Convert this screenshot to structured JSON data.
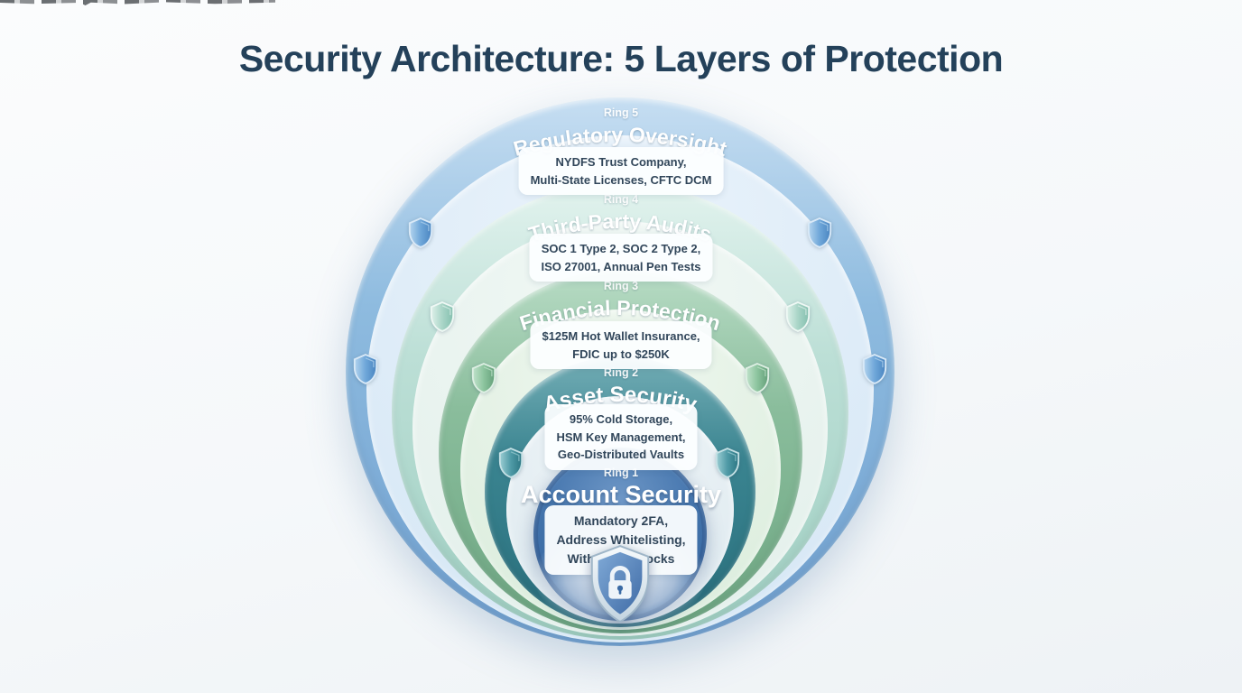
{
  "title": "Security Architecture: 5 Layers of Protection",
  "rings": [
    {
      "label": "Ring 1",
      "name": "Account Security",
      "details": "Mandatory 2FA,\nAddress Whitelisting,\nWithdrawal Locks",
      "band_highlight": "#6e97c6",
      "band_color": "#4273ac",
      "band_shade": "#32619d",
      "interior_highlight": "#e6eff8",
      "interior_color": "#cfe0f0"
    },
    {
      "label": "Ring 2",
      "name": "Asset Security",
      "details": "95% Cold Storage,\nHSM Key Management,\nGeo-Distributed Vaults",
      "band_highlight": "#74aeb6",
      "band_color": "#3a8490",
      "band_shade": "#2a6f7d",
      "interior_highlight": "#eef4f7",
      "interior_color": "#dde9ef"
    },
    {
      "label": "Ring 3",
      "name": "Financial Protection",
      "details": "$125M Hot Wallet Insurance,\nFDIC up to $250K",
      "band_highlight": "#b8dcc5",
      "band_color": "#8abd9c",
      "band_shade": "#6da682",
      "interior_highlight": "#eff7ef",
      "interior_color": "#d9ecdb"
    },
    {
      "label": "Ring 4",
      "name": "Third-Party Audits",
      "details": "SOC 1 Type 2, SOC 2 Type 2,\nISO 27001, Annual Pen Tests",
      "band_highlight": "#e2f3ee",
      "band_color": "#bcdfd6",
      "band_shade": "#9fcfc2",
      "interior_highlight": "#f1f8f5",
      "interior_color": "#e2efea"
    },
    {
      "label": "Ring 5",
      "name": "Regulatory Oversight",
      "details": "NYDFS Trust Company,\nMulti-State Licenses, CFTC DCM",
      "band_highlight": "#c6def2",
      "band_color": "#8ebbdf",
      "band_shade": "#6f9fcf",
      "interior_highlight": "#eaf3fb",
      "interior_color": "#d4e6f5"
    }
  ],
  "shield_palettes": {
    "ring5": {
      "light": "#b3d4ee",
      "base": "#6fa7d9",
      "dark": "#4a85c0",
      "rim": "#d9e9f7"
    },
    "ring4": {
      "light": "#ddf0e9",
      "base": "#a9d5c7",
      "dark": "#84bfae",
      "rim": "#eef8f4"
    },
    "ring3": {
      "light": "#c0e2cb",
      "base": "#8cc49e",
      "dark": "#639f79",
      "rim": "#ddefe3"
    },
    "ring2": {
      "light": "#9bcdd3",
      "base": "#4f9aa6",
      "dark": "#2c7683",
      "rim": "#c5e1e5"
    }
  },
  "center_shield": {
    "outer_light": "#f6fafc",
    "outer_dark": "#c3d4e0",
    "outer_rim": "#9fb6c8",
    "inner_light": "#7fa9d6",
    "inner_dark": "#3f6ba6",
    "lock_color": "#eef4f9",
    "keyhole_color": "#3a6aa4"
  },
  "title_color": "#24415a",
  "background_color": "#f5f8fa"
}
